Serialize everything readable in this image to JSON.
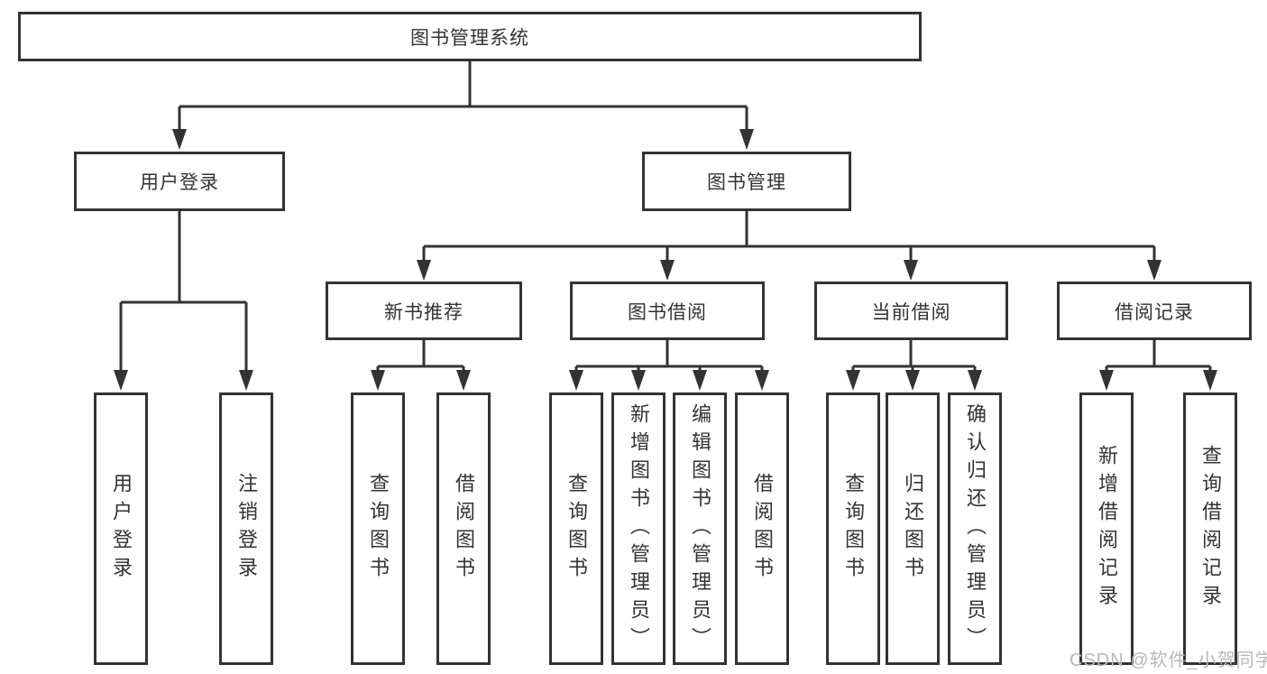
{
  "tree": {
    "label": "图书管理系统",
    "children": [
      {
        "label": "用户登录",
        "children": [
          {
            "label": "用户登录"
          },
          {
            "label": "注销登录"
          }
        ]
      },
      {
        "label": "图书管理",
        "children": [
          {
            "label": "新书推荐",
            "children": [
              {
                "label": "查询图书"
              },
              {
                "label": "借阅图书"
              }
            ]
          },
          {
            "label": "图书借阅",
            "children": [
              {
                "label": "查询图书"
              },
              {
                "label": "新增图书（管理员）"
              },
              {
                "label": "编辑图书（管理员）"
              },
              {
                "label": "借阅图书"
              }
            ]
          },
          {
            "label": "当前借阅",
            "children": [
              {
                "label": "查询图书"
              },
              {
                "label": "归还图书"
              },
              {
                "label": "确认归还（管理员）"
              }
            ]
          },
          {
            "label": "借阅记录",
            "children": [
              {
                "label": "新增借阅记录"
              },
              {
                "label": "查询借阅记录"
              }
            ]
          }
        ]
      }
    ]
  },
  "watermark": {
    "text": "CSDN @软件_小贺同学"
  },
  "colors": {
    "line": "#333333",
    "text": "#333333",
    "box_background": "#ffffff",
    "watermark": "#b3b9bf",
    "background": "#ffffff"
  }
}
